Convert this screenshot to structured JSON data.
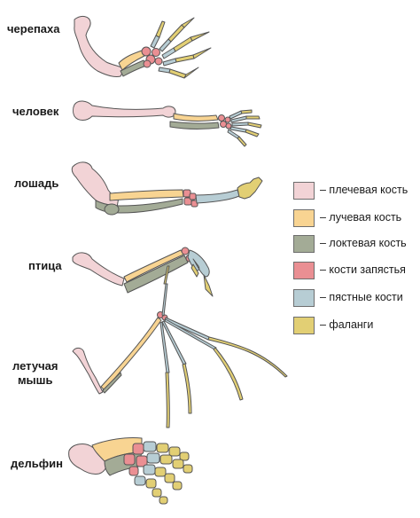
{
  "colors": {
    "humerus": "#f2d3d6",
    "radius": "#f8d492",
    "ulna": "#a3ab96",
    "carpals": "#ea8f93",
    "metacarpals": "#b7cdd4",
    "phalanges": "#e2cf74",
    "outline": "#555555"
  },
  "animals": [
    {
      "key": "turtle",
      "label": "черепаха"
    },
    {
      "key": "human",
      "label": "человек"
    },
    {
      "key": "horse",
      "label": "лошадь"
    },
    {
      "key": "bird",
      "label": "птица"
    },
    {
      "key": "bat",
      "label": "летучая\nмышь"
    },
    {
      "key": "dolphin",
      "label": "дельфин"
    }
  ],
  "legend": [
    {
      "key": "humerus",
      "label": "– плечевая кость"
    },
    {
      "key": "radius",
      "label": "– лучевая кость"
    },
    {
      "key": "ulna",
      "label": "– локтевая кость"
    },
    {
      "key": "carpals",
      "label": "– кости запястья"
    },
    {
      "key": "metacarpals",
      "label": "– пястные кости"
    },
    {
      "key": "phalanges",
      "label": "– фаланги"
    }
  ]
}
